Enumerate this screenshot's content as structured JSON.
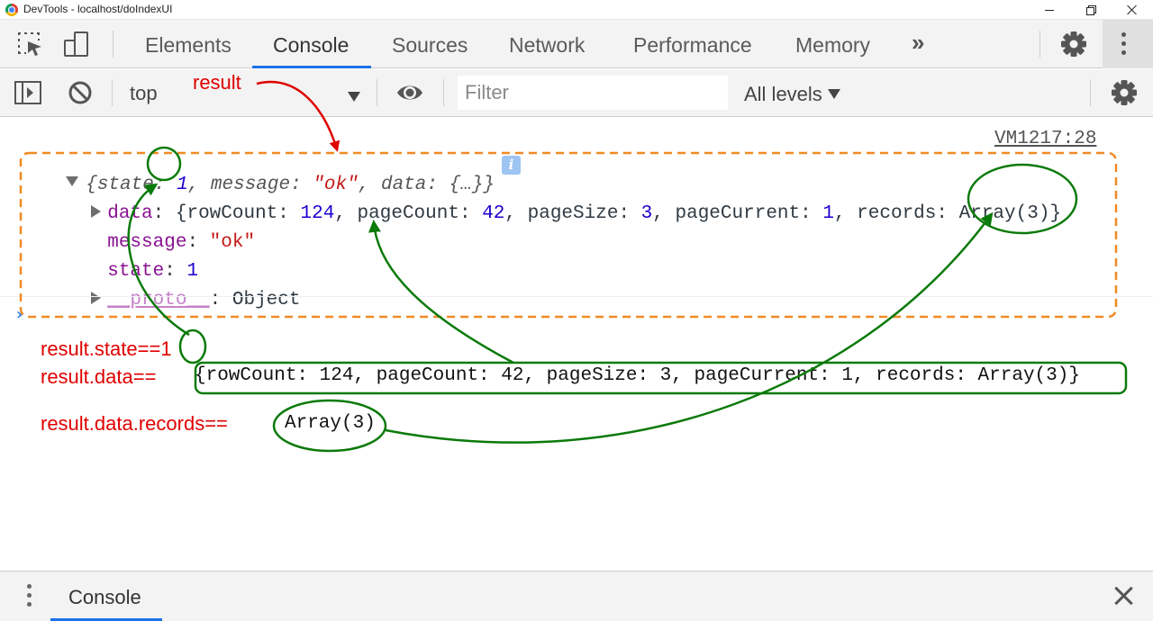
{
  "window": {
    "title": "DevTools - localhost/doIndexUI"
  },
  "tabs": [
    {
      "label": "Elements",
      "active": false
    },
    {
      "label": "Console",
      "active": true
    },
    {
      "label": "Sources",
      "active": false
    },
    {
      "label": "Network",
      "active": false
    },
    {
      "label": "Performance",
      "active": false
    },
    {
      "label": "Memory",
      "active": false
    }
  ],
  "more_tabs": "»",
  "icons": {
    "inspect": "inspect-element-icon",
    "device": "device-toolbar-icon",
    "settings": "gear-icon",
    "menu": "kebab-menu-icon",
    "sidebar": "console-sidebar-icon",
    "clear": "clear-console-icon",
    "eye": "live-expression-eye-icon"
  },
  "console_toolbar": {
    "context": "top",
    "filter_placeholder": "Filter",
    "levels": "All levels"
  },
  "output": {
    "source_link": "VM1217:28",
    "summary": {
      "open": "{",
      "state_key": "state",
      "state_value": "1",
      "message_key": "message",
      "message_value": "\"ok\"",
      "data_key": "data",
      "data_value": "{…}",
      "close": "}"
    },
    "data_line": {
      "key": "data",
      "open": "{",
      "rowCount_key": "rowCount",
      "rowCount": "124",
      "pageCount_key": "pageCount",
      "pageCount": "42",
      "pageSize_key": "pageSize",
      "pageSize": "3",
      "pageCurrent_key": "pageCurrent",
      "pageCurrent": "1",
      "records_key": "records",
      "records": "Array(3)",
      "close": "}"
    },
    "message_line": {
      "key": "message",
      "value": "\"ok\""
    },
    "state_line": {
      "key": "state",
      "value": "1"
    },
    "proto_line": {
      "key": "__proto__",
      "value": "Object"
    }
  },
  "annotations": {
    "result_label": "result",
    "state_label": "result.state==",
    "state_value": "1",
    "data_label": "result.data==",
    "data_value": "{rowCount: 124, pageCount: 42, pageSize: 3, pageCurrent: 1, records: Array(3)}",
    "records_label": "result.data.records==",
    "records_value": "Array(3)"
  },
  "colors": {
    "accent": "#1a73e8",
    "annotation_red": "#e00000",
    "annotation_green": "#0a7a0a",
    "box_orange": "#f08a24"
  },
  "drawer": {
    "tab_label": "Console"
  }
}
